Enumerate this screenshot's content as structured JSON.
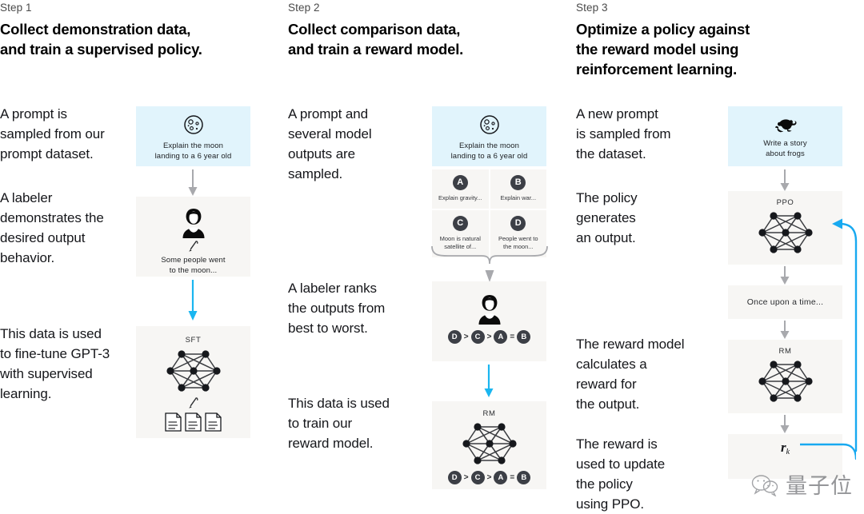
{
  "meta": {
    "diagram_title": "RLHF three-step training diagram",
    "colors": {
      "prompt_panel": "#e1f4fc",
      "model_panel": "#f7f6f4",
      "accent_blue": "#1ab6f0",
      "arrow_gray": "#a8a9ad",
      "badge_dark": "#3c3f46",
      "text": "#15161a"
    }
  },
  "steps": [
    {
      "label": "Step 1",
      "title": "Collect demonstration data,\nand train a supervised policy.",
      "blurbs": [
        "A prompt is\nsampled from our\nprompt dataset.",
        "A labeler\ndemonstrates the\ndesired output\nbehavior.",
        "This data is used\nto fine-tune GPT-3\nwith supervised\nlearning."
      ],
      "panels": {
        "prompt": {
          "icon": "moon-icon",
          "caption": "Explain the moon\nlanding to a 6 year old"
        },
        "labeler": {
          "icon": "person-icon",
          "pen_icon": "pencil-icon",
          "caption": "Some people went\nto the moon..."
        },
        "model": {
          "tag": "SFT",
          "icon": "neural-network-icon",
          "pen_icon": "pencil-icon",
          "docs_icon": "documents-icon"
        }
      }
    },
    {
      "label": "Step 2",
      "title": "Collect comparison data,\nand train a reward model.",
      "blurbs": [
        "A prompt and\nseveral model\noutputs are\nsampled.",
        "A labeler ranks\nthe outputs from\nbest to worst.",
        "This data is used\nto train our\nreward model."
      ],
      "panels": {
        "prompt": {
          "icon": "moon-icon",
          "caption": "Explain the moon\nlanding to a 6 year old"
        },
        "options": [
          {
            "badge": "A",
            "text": "Explain gravity..."
          },
          {
            "badge": "B",
            "text": "Explain war..."
          },
          {
            "badge": "C",
            "text": "Moon is natural satellite of..."
          },
          {
            "badge": "D",
            "text": "People went to the moon..."
          }
        ],
        "labeler": {
          "icon": "person-icon",
          "ranking": [
            "D",
            ">",
            "C",
            ">",
            "A",
            "=",
            "B"
          ]
        },
        "model": {
          "tag": "RM",
          "icon": "neural-network-icon",
          "ranking": [
            "D",
            ">",
            "C",
            ">",
            "A",
            "=",
            "B"
          ]
        }
      }
    },
    {
      "label": "Step 3",
      "title": "Optimize a policy against\nthe reward model using\nreinforcement learning.",
      "blurbs": [
        "A new prompt\nis sampled from\nthe dataset.",
        "The policy\ngenerates\nan output.",
        "The reward model\ncalculates a\nreward for\nthe output.",
        "The reward is\nused to update\nthe policy\nusing PPO."
      ],
      "panels": {
        "prompt": {
          "icon": "frog-icon",
          "caption": "Write a story\nabout frogs"
        },
        "policy": {
          "tag": "PPO",
          "icon": "neural-network-icon"
        },
        "output": {
          "text": "Once upon a time..."
        },
        "reward_model": {
          "tag": "RM",
          "icon": "neural-network-icon"
        },
        "reward": {
          "symbol": "r",
          "subscript": "k"
        }
      }
    }
  ],
  "watermark": {
    "icon": "wechat-icon",
    "text": "量子位"
  }
}
